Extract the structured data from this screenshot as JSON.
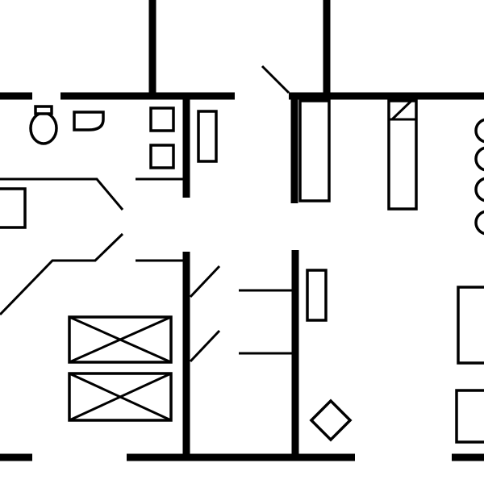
{
  "diagram": {
    "type": "floor-plan",
    "colors": {
      "ink": "#000000",
      "background": "#ffffff"
    },
    "rooms": [
      "bathroom",
      "closet-left",
      "closet-center",
      "closet-right",
      "bedroom-left",
      "bedroom-center",
      "hall",
      "kitchen-right"
    ],
    "fixtures": [
      "toilet",
      "bathroom-sink",
      "storage-shelf",
      "bathtub",
      "closet-rod",
      "wardrobe",
      "twin-bed",
      "double-bed",
      "stove-burners",
      "kitchen-counter"
    ]
  }
}
